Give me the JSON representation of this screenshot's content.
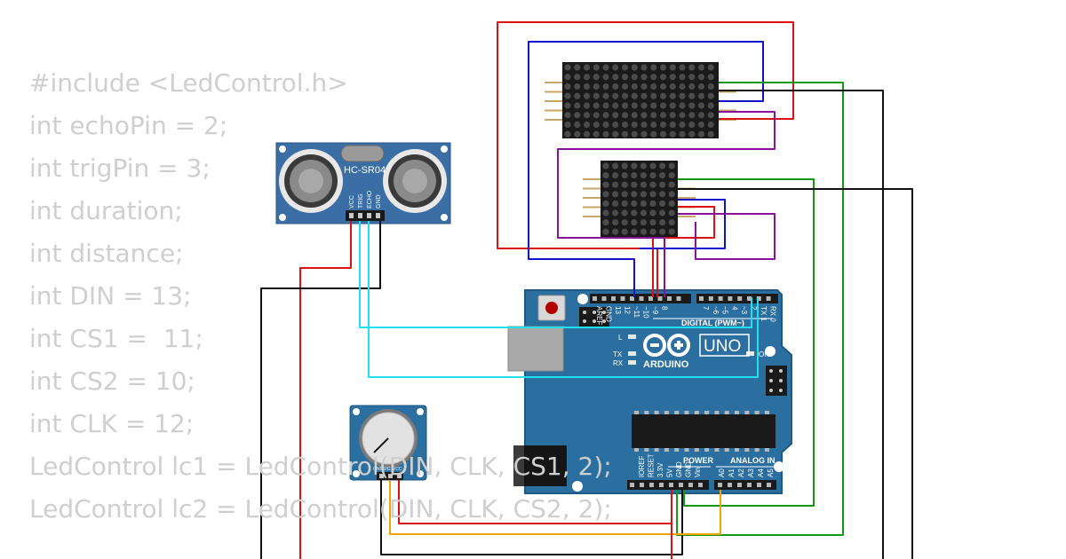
{
  "code_lines": [
    "#include <LedControl.h>",
    "int echoPin = 2;",
    "int trigPin = 3;",
    "int duration;",
    "int distance;",
    "int DIN = 13;",
    "int CS1 =  11;",
    "int CS2 = 10;",
    "int CLK = 12;",
    "LedControl lc1 = LedControl(DIN, CLK, CS1, 2);",
    "LedControl lc2 = LedControl(DIN, CLK, CS2, 2);"
  ],
  "sensor": {
    "label": "HC-SR04",
    "pins": [
      "VCC",
      "TRIG",
      "ECHO",
      "GND"
    ]
  },
  "pot": {
    "pins": [
      "GND",
      "SIG",
      "VCC"
    ]
  },
  "arduino": {
    "brand": "ARDUINO",
    "model": "UNO",
    "digital_label": "DIGITAL (PWM~)",
    "power_label": "POWER",
    "analog_label": "ANALOG IN",
    "on_label": "ON",
    "l_label": "L",
    "tx_label": "TX",
    "rx_label": "RX",
    "top_pins": [
      "AREF",
      "GND",
      "13",
      "12",
      "~11",
      "~10",
      "~9",
      "8",
      "7",
      "~6",
      "~5",
      "4",
      "~3",
      "2",
      "TX 1",
      "RX 0"
    ],
    "power_pins": [
      "IOREF",
      "RESET",
      "3.3V",
      "5V",
      "GND",
      "GND",
      "Vin"
    ],
    "analog_pins": [
      "A0",
      "A1",
      "A2",
      "A3",
      "A4",
      "A5"
    ]
  },
  "colors": {
    "board": "#2b6fa1",
    "board_edge": "#1f5883",
    "sensor_board": "#3b6ea5",
    "matrix": "#1a1a1a",
    "wire_red": "#dd1111",
    "wire_blue": "#1111cc",
    "wire_green": "#119911",
    "wire_purple": "#881199",
    "wire_black": "#111111",
    "wire_cyan": "#22e0ee",
    "wire_orange": "#f0a500",
    "code_text": "#cfcfcf"
  }
}
